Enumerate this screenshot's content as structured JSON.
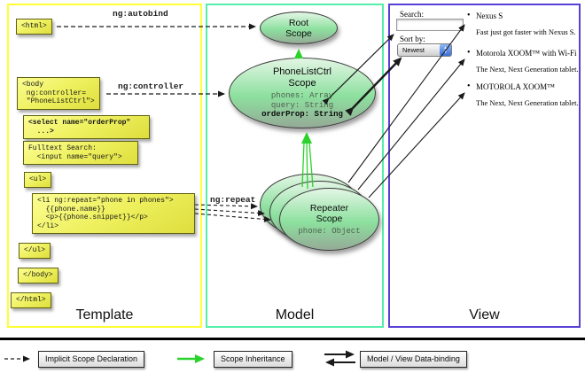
{
  "colors": {
    "template_border": "#ffff33",
    "model_border": "#55eeaa",
    "view_border": "#5a3fd6",
    "code_box_yellow": "#eef05e",
    "scope_green": "#8ce09e",
    "inheritance_green": "#2bd22b",
    "arrow_black": "#1a1a1a"
  },
  "columns": {
    "template_label": "Template",
    "model_label": "Model",
    "view_label": "View"
  },
  "arrow_labels": {
    "autobind": "ng:autobind",
    "controller": "ng:controller",
    "repeat": "ng:repeat"
  },
  "template_code": {
    "html_open": "<html>",
    "body_open": "<body\n ng:controller=\n \"PhoneListCtrl\">",
    "select": "<select name=\"orderProp\"\n  ...>",
    "fulltext": "Fulltext Search:\n  <input name=\"query\">",
    "ul_open": "<ul>",
    "li_repeat": "<li ng:repeat=\"phone in phones\">\n  {{phone.name}}\n  <p>{{phone.snippet}}</p>\n</li>",
    "ul_close": "</ul>",
    "body_close": "</body>",
    "html_close": "</html>"
  },
  "model_scopes": {
    "root": {
      "title": "Root\nScope"
    },
    "phone_list": {
      "title": "PhoneListCtrl\nScope",
      "prop_phones": "phones: Array",
      "prop_query": "query: String",
      "prop_order": "orderProp: String"
    },
    "repeater": {
      "title": "Repeater\nScope",
      "prop_phone": "phone: Object"
    }
  },
  "view_panel": {
    "search_label": "Search:",
    "search_value": "",
    "sort_label": "Sort by:",
    "sort_value": "Newest",
    "items": [
      {
        "name": "Nexus S",
        "desc": "Fast just got faster with Nexus S."
      },
      {
        "name": "Motorola XOOM™ with Wi-Fi",
        "desc": "The Next, Next Generation tablet."
      },
      {
        "name": "MOTOROLA XOOM™",
        "desc": "The Next, Next Generation tablet."
      }
    ]
  },
  "legend": {
    "implicit": "Implicit Scope Declaration",
    "inheritance": "Scope Inheritance",
    "binding": "Model / View Data-binding"
  }
}
